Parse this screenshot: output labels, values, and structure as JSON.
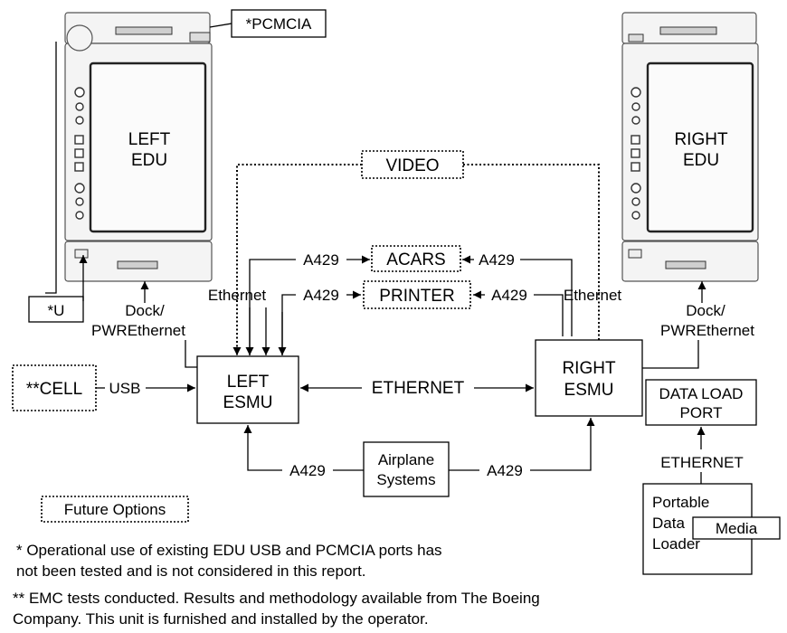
{
  "units": {
    "left_edu": {
      "line1": "LEFT",
      "line2": "EDU"
    },
    "right_edu": {
      "line1": "RIGHT",
      "line2": "EDU"
    },
    "left_esmu": {
      "line1": "LEFT",
      "line2": "ESMU"
    },
    "right_esmu": {
      "line1": "RIGHT",
      "line2": "ESMU"
    },
    "pcmcia": "*PCMCIA",
    "usb_port": "*U",
    "cell": "**CELL",
    "video": "VIDEO",
    "acars": "ACARS",
    "printer": "PRINTER",
    "airplane_systems": {
      "line1": "Airplane",
      "line2": "Systems"
    },
    "data_load_port": {
      "line1": "DATA LOAD",
      "line2": "PORT"
    },
    "portable_loader": {
      "line1": "Portable",
      "line2": "Data",
      "line3": "Loader"
    },
    "media": "Media",
    "future_options": "Future Options"
  },
  "connections": {
    "a429": "A429",
    "ethernet": "Ethernet",
    "ethernet_caps": "ETHERNET",
    "usb": "USB",
    "dock_line1": "Dock/",
    "dock_line2": "PWREthernet"
  },
  "notes": {
    "note1_line1": "* Operational use of existing EDU USB and PCMCIA ports has",
    "note1_line2": "not been tested and is not considered in this report.",
    "note2_line1": "** EMC tests conducted.  Results and methodology available from The Boeing",
    "note2_line2": "Company.  This unit is furnished and installed by the operator."
  }
}
